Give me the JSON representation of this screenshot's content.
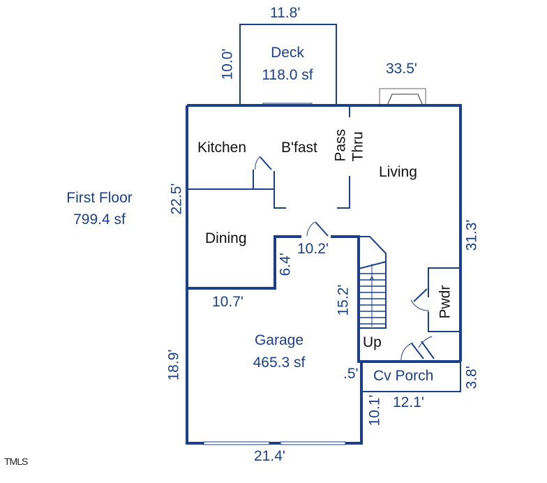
{
  "plan": {
    "title": "First Floor",
    "area": "799.4 sf",
    "wall_color": "#1b3f8b",
    "label_color": "#1b3f8b",
    "room_text_color": "#111111"
  },
  "rooms": {
    "deck": {
      "name": "Deck",
      "area": "118.0 sf"
    },
    "kitchen": {
      "name": "Kitchen"
    },
    "bfast": {
      "name": "B'fast"
    },
    "pass_thru": {
      "line1": "Pass",
      "line2": "Thru"
    },
    "living": {
      "name": "Living"
    },
    "dining": {
      "name": "Dining"
    },
    "garage": {
      "name": "Garage",
      "area": "465.3 sf"
    },
    "pwdr": {
      "name": "Pwdr"
    },
    "stairs": {
      "label": "Up"
    },
    "cv_porch": {
      "name": "Cv Porch"
    }
  },
  "dimensions": {
    "deck_width": "11.8'",
    "deck_depth": "10.0'",
    "top_width": "33.5'",
    "left_upper": "22.5'",
    "right_upper": "31.3'",
    "dining_step": "6.4'",
    "dining_wall": "10.7'",
    "garage_top": "10.2'",
    "stair_side": "15.2'",
    "left_lower": "18.9'",
    "bottom_width": "21.4'",
    "porch_jog": ".5'",
    "porch_width": "12.1'",
    "porch_depth": "3.8'",
    "garage_right": "10.1'"
  },
  "watermark": "TMLS"
}
